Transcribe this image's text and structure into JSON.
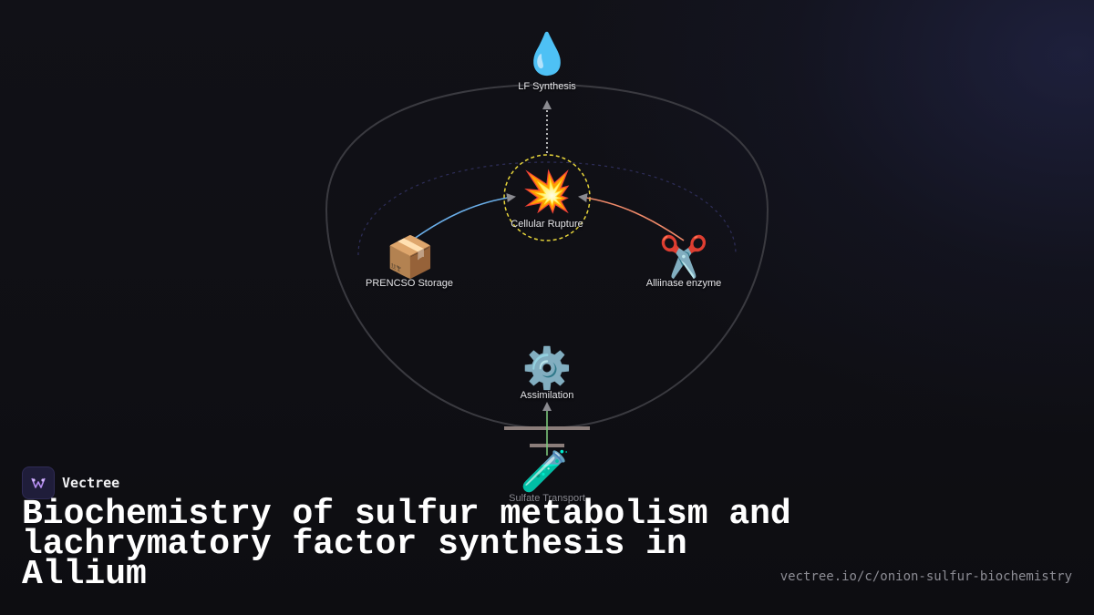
{
  "diagram": {
    "nodes": {
      "lf_synthesis": {
        "icon": "💧",
        "icon_name": "droplet-icon",
        "label": "LF Synthesis"
      },
      "cellular_rupture": {
        "icon": "💥",
        "icon_name": "collision-icon",
        "label": "Cellular Rupture"
      },
      "prencso_storage": {
        "icon": "📦",
        "icon_name": "package-icon",
        "label": "PRENCSO Storage"
      },
      "alliinase_enzyme": {
        "icon": "✂️",
        "icon_name": "scissors-icon",
        "label": "Alliinase enzyme"
      },
      "assimilation": {
        "icon": "⚙️",
        "icon_name": "gear-icon",
        "label": "Assimilation"
      },
      "sulfate_transport": {
        "icon": "🧪",
        "icon_name": "test-tube-icon",
        "label": "Sulfate Transport"
      }
    },
    "colors": {
      "storage_arrow": "#6aaee8",
      "enzyme_arrow": "#f08a6a",
      "transport_arrow": "#7ac47a",
      "rupture_ring": "#e6d43a",
      "outline": "#3a3a40"
    }
  },
  "brand": {
    "name": "Vectree"
  },
  "title": "Biochemistry of sulfur metabolism and lachrymatory factor synthesis in Allium",
  "url": "vectree.io/c/onion-sulfur-biochemistry"
}
